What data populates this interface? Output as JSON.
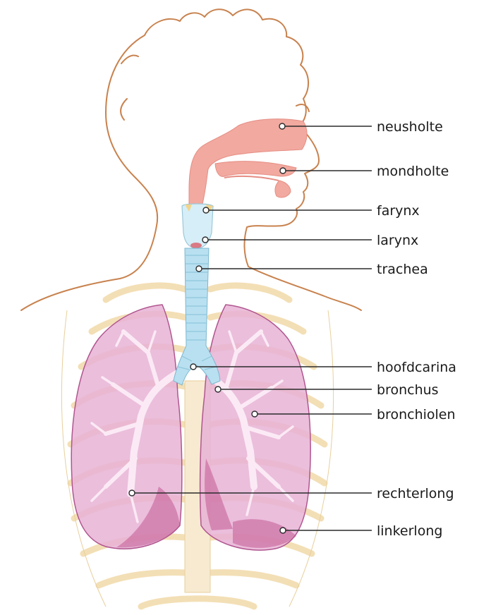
{
  "labels": [
    {
      "id": "neusholte",
      "text": "neusholte"
    },
    {
      "id": "mondholte",
      "text": "mondholte"
    },
    {
      "id": "farynx",
      "text": "farynx"
    },
    {
      "id": "larynx",
      "text": "larynx"
    },
    {
      "id": "trachea",
      "text": "trachea"
    },
    {
      "id": "hoofdcarina",
      "text": "hoofdcarina"
    },
    {
      "id": "bronchus",
      "text": "bronchus"
    },
    {
      "id": "bronchiolen",
      "text": "bronchiolen"
    },
    {
      "id": "rechterlong",
      "text": "rechterlong"
    },
    {
      "id": "linkerlong",
      "text": "linkerlong"
    }
  ],
  "colors": {
    "outline": "#c8824e",
    "lung": "#e8b3d6",
    "lung_edge": "#b0568f",
    "trachea": "#b9e0f0",
    "nasal": "#f2a99f",
    "ribs": "#f3dfb6"
  }
}
